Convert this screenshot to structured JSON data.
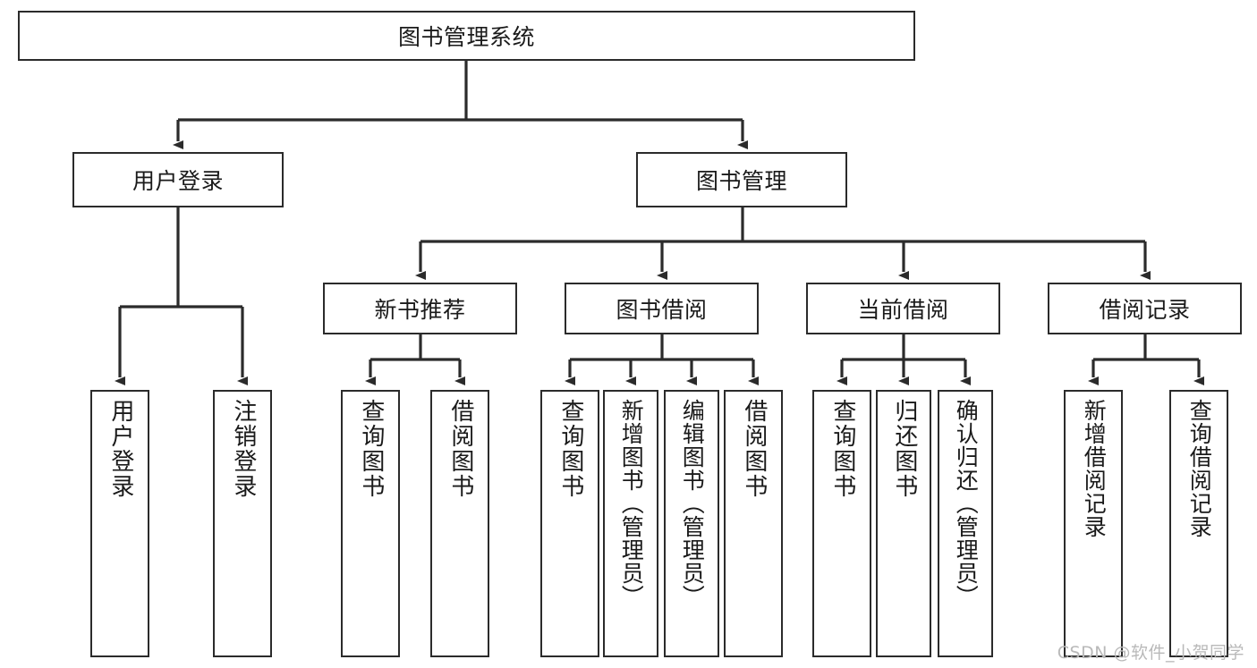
{
  "diagram": {
    "type": "tree-hierarchy",
    "title": "图书管理系统",
    "root": {
      "id": "root",
      "label": "图书管理系统",
      "orientation": "horizontal"
    },
    "level2": [
      {
        "id": "user-login",
        "label": "用户登录",
        "orientation": "horizontal"
      },
      {
        "id": "book-management",
        "label": "图书管理",
        "orientation": "horizontal"
      }
    ],
    "level3": [
      {
        "id": "new-book-recommend",
        "label": "新书推荐",
        "orientation": "horizontal",
        "parent": "book-management"
      },
      {
        "id": "book-borrow",
        "label": "图书借阅",
        "orientation": "horizontal",
        "parent": "book-management"
      },
      {
        "id": "current-borrow",
        "label": "当前借阅",
        "orientation": "horizontal",
        "parent": "book-management"
      },
      {
        "id": "borrow-record",
        "label": "借阅记录",
        "orientation": "horizontal",
        "parent": "book-management"
      }
    ],
    "leaves": [
      {
        "id": "leaf-user-login",
        "label": "用户登录",
        "parent": "user-login",
        "orientation": "vertical"
      },
      {
        "id": "leaf-user-logout",
        "label": "注销登录",
        "parent": "user-login",
        "orientation": "vertical"
      },
      {
        "id": "leaf-query-book-1",
        "label": "查询图书",
        "parent": "new-book-recommend",
        "orientation": "vertical"
      },
      {
        "id": "leaf-borrow-book-1",
        "label": "借阅图书",
        "parent": "new-book-recommend",
        "orientation": "vertical"
      },
      {
        "id": "leaf-query-book-2",
        "label": "查询图书",
        "parent": "book-borrow",
        "orientation": "vertical"
      },
      {
        "id": "leaf-add-book",
        "label": "新增图书（管理员）",
        "parent": "book-borrow",
        "orientation": "vertical"
      },
      {
        "id": "leaf-edit-book",
        "label": "编辑图书（管理员）",
        "parent": "book-borrow",
        "orientation": "vertical"
      },
      {
        "id": "leaf-borrow-book-2",
        "label": "借阅图书",
        "parent": "book-borrow",
        "orientation": "vertical"
      },
      {
        "id": "leaf-query-book-3",
        "label": "查询图书",
        "parent": "current-borrow",
        "orientation": "vertical"
      },
      {
        "id": "leaf-return-book",
        "label": "归还图书",
        "parent": "current-borrow",
        "orientation": "vertical"
      },
      {
        "id": "leaf-confirm-return",
        "label": "确认归还（管理员）",
        "parent": "current-borrow",
        "orientation": "vertical"
      },
      {
        "id": "leaf-add-record",
        "label": "新增借阅记录",
        "parent": "borrow-record",
        "orientation": "vertical"
      },
      {
        "id": "leaf-query-record",
        "label": "查询借阅记录",
        "parent": "borrow-record",
        "orientation": "vertical"
      }
    ]
  },
  "watermark": {
    "text": "CSDN @软件_小贺同学"
  },
  "colors": {
    "stroke": "#2b2b2b",
    "fill": "#ffffff",
    "text": "#1a1a1a",
    "watermark": "#b9b9b9"
  }
}
